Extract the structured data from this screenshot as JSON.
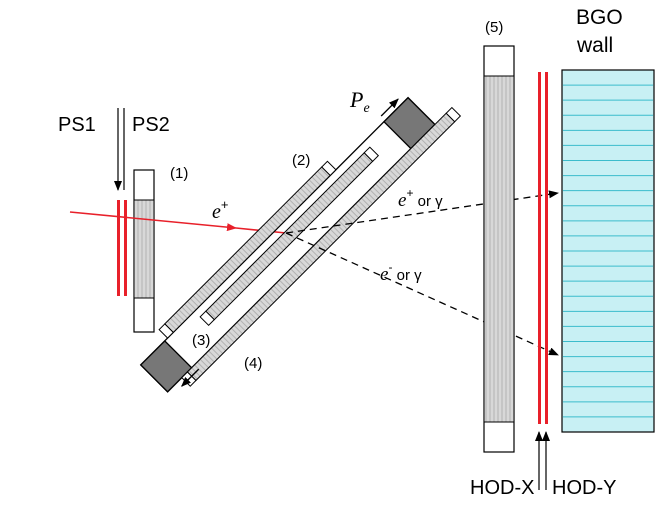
{
  "labels": {
    "ps1": "PS1",
    "ps2": "PS2",
    "det1": "(1)",
    "det2": "(2)",
    "det3": "(3)",
    "det4": "(4)",
    "det5": "(5)",
    "bgo_line1": "BGO",
    "bgo_line2": "wall",
    "pe_main": "P",
    "pe_sub": "e",
    "beam_e": "e",
    "beam_sup": "+",
    "ray1_e": "e",
    "ray1_sup": "+",
    "ray1_or": " or γ",
    "ray2_e": "e",
    "ray2_sup": "-",
    "ray2_or": " or γ",
    "hodx": "HOD-X",
    "hody": "HOD-Y"
  },
  "colors": {
    "beam": "#e8202a",
    "counter": "#e8202a",
    "bgo_fill": "#c8f0f4",
    "bgo_lines": "#3bbccc",
    "detector_fill": "#d8d8d8",
    "outline": "#000000",
    "target_fill": "#777777"
  }
}
